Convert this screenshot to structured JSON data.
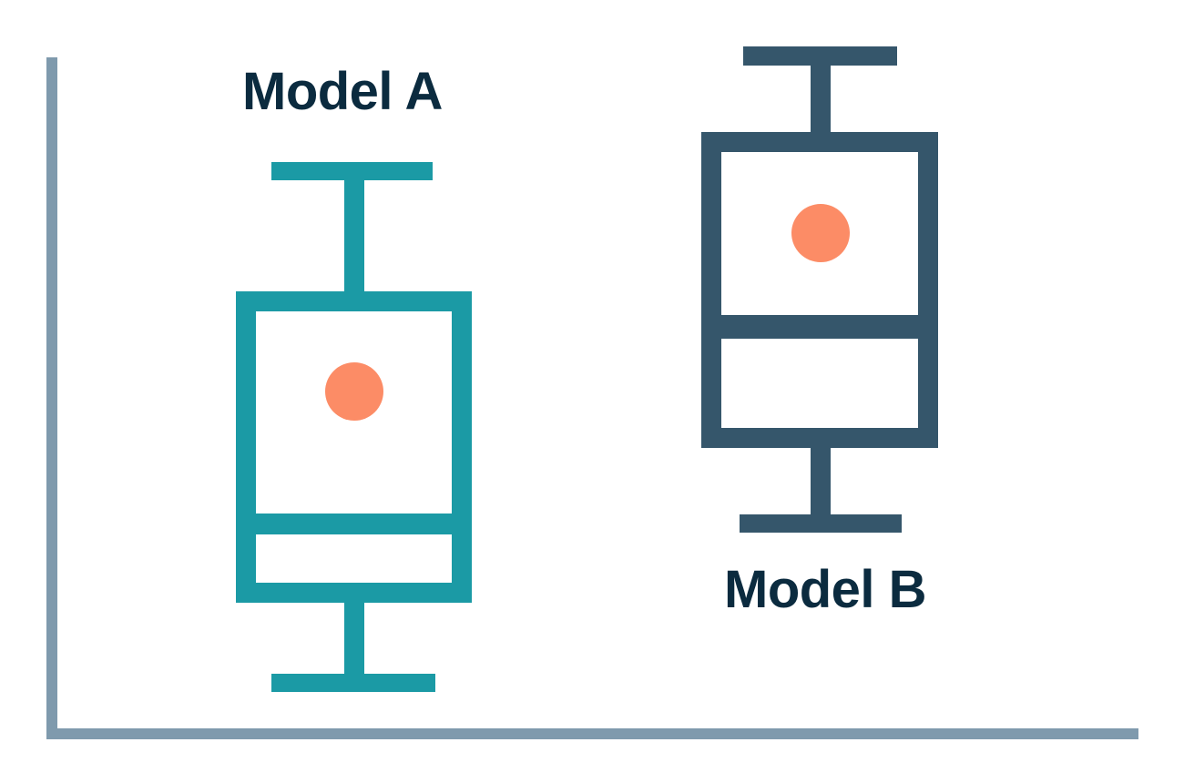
{
  "chart_data": {
    "type": "box",
    "title": "",
    "xlabel": "",
    "ylabel": "",
    "grid": false,
    "legend": "none",
    "axis_color": "#7f9aad",
    "mean_marker_color": "#FC8C66",
    "label_color": "#0b2b3f",
    "orientation": "vertical",
    "note": "Values are read off pixel positions; axis is unlabeled so units are relative (higher on screen = larger value).",
    "ylim": [
      0,
      100
    ],
    "categories": [
      "Model A",
      "Model B"
    ],
    "series": [
      {
        "name": "Model A",
        "color": "#1B9AA5",
        "whisker_low": 8.0,
        "q1": 19.5,
        "median": 30.5,
        "q3": 64.0,
        "whisker_high": 82.5,
        "mean": 50.5,
        "px": {
          "center_x": 389,
          "box_left": 259,
          "box_right": 518,
          "box_top": 320,
          "box_bottom": 662,
          "median_top": 564,
          "median_bottom": 587,
          "cap_high_top": 178,
          "cap_high_bottom": 198,
          "cap_high_left": 298,
          "cap_high_right": 475,
          "cap_low_top": 740,
          "cap_low_bottom": 760,
          "cap_low_left": 298,
          "cap_low_right": 478,
          "stem_width": 22,
          "mean_cx": 389,
          "mean_cy": 430,
          "mean_r": 32
        }
      },
      {
        "name": "Model B",
        "color": "#35566B",
        "whisker_low": 31.0,
        "q1": 41.5,
        "median": 55.5,
        "q3": 82.0,
        "whisker_high": 93.5,
        "mean": 73.5,
        "px": {
          "center_x": 901,
          "box_left": 770,
          "box_right": 1030,
          "box_top": 145,
          "box_bottom": 492,
          "median_top": 346,
          "median_bottom": 372,
          "cap_high_top": 51,
          "cap_high_bottom": 72,
          "cap_high_left": 816,
          "cap_high_right": 985,
          "cap_low_top": 565,
          "cap_low_bottom": 585,
          "cap_low_left": 812,
          "cap_low_right": 990,
          "stem_width": 22,
          "mean_cx": 901,
          "mean_cy": 256,
          "mean_r": 32
        }
      }
    ]
  },
  "labels": {
    "model_a": "Model A",
    "model_b": "Model B"
  }
}
